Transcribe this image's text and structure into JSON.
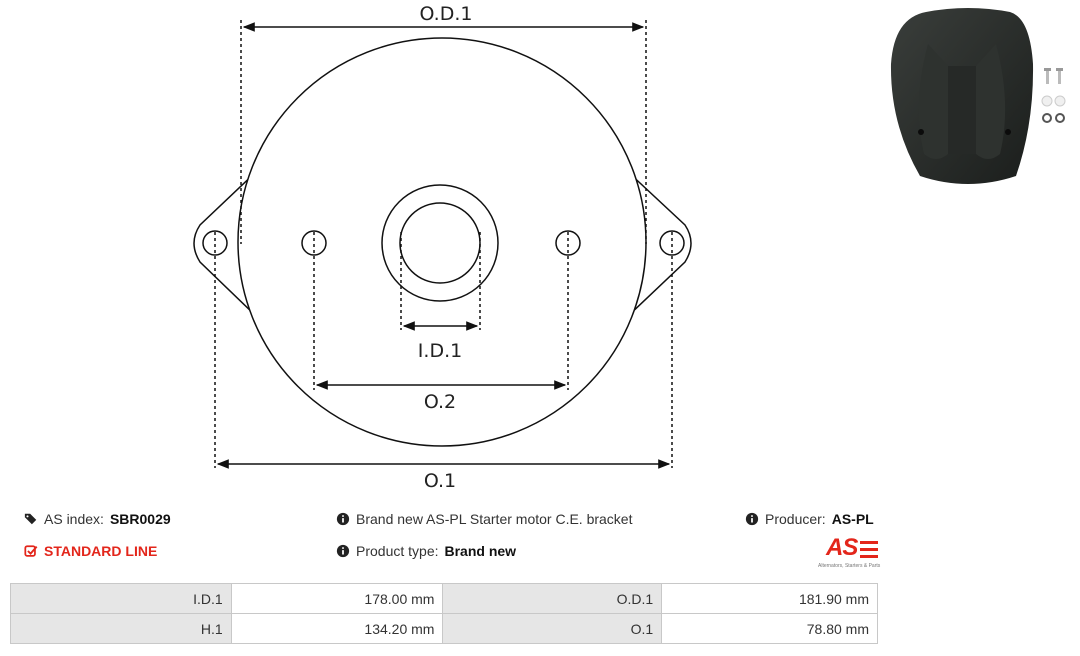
{
  "diagram": {
    "labels": {
      "od1": "O.D.1",
      "id1": "I.D.1",
      "o2": "O.2",
      "o1": "O.1"
    }
  },
  "photo": {
    "icon": "starter-bracket-photo"
  },
  "info": {
    "as_index_prefix": "AS index:",
    "as_index_value": "SBR0029",
    "description": "Brand new AS-PL Starter motor C.E. bracket",
    "producer_prefix": "Producer:",
    "producer_value": "AS-PL",
    "line": "STANDARD LINE",
    "product_type_prefix": "Product type:",
    "product_type_value": "Brand new"
  },
  "logo": {
    "mark": "AS",
    "tagline": "Alternators, Starters & Parts"
  },
  "specs": [
    {
      "label1": "I.D.1",
      "value1": "178.00 mm",
      "label2": "O.D.1",
      "value2": "181.90 mm"
    },
    {
      "label1": "H.1",
      "value1": "134.20 mm",
      "label2": "O.1",
      "value2": "78.80 mm"
    }
  ],
  "colors": {
    "accent": "#e3261b",
    "label_bg": "#e6e6e6",
    "border": "#c8c8c8"
  }
}
